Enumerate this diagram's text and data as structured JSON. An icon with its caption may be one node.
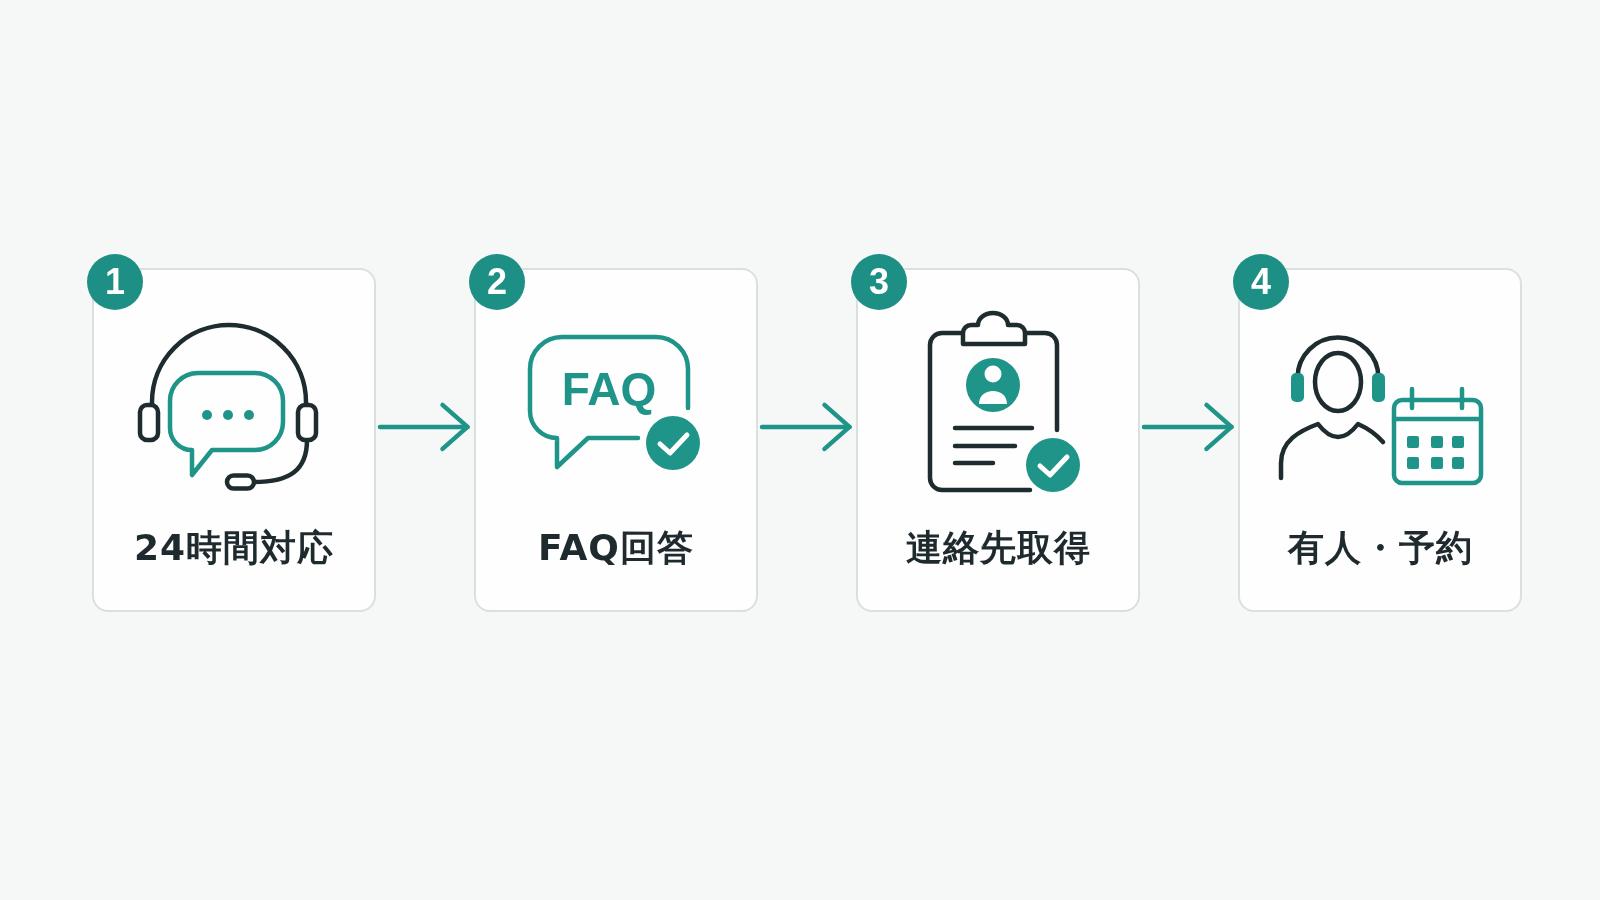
{
  "diagram": {
    "nodes": [
      {
        "text": [
          "1"
        ]
      },
      {
        "text": [
          "24時間対応"
        ]
      },
      {
        "text": [
          "2"
        ]
      },
      {
        "text": [
          "FAQ回答"
        ]
      },
      {
        "text": [
          "FAQ"
        ],
        "in": 3
      },
      {
        "text": [
          "3"
        ]
      },
      {
        "text": [
          "連絡先取得"
        ]
      },
      {
        "text": [
          "4"
        ]
      },
      {
        "text": [
          "有人・予約"
        ]
      }
    ],
    "edges": [
      {
        "from": 1,
        "to": 3,
        "arrow": "to"
      },
      {
        "from": 3,
        "to": 6,
        "arrow": "to"
      },
      {
        "from": 6,
        "to": 8,
        "arrow": "to"
      }
    ]
  }
}
